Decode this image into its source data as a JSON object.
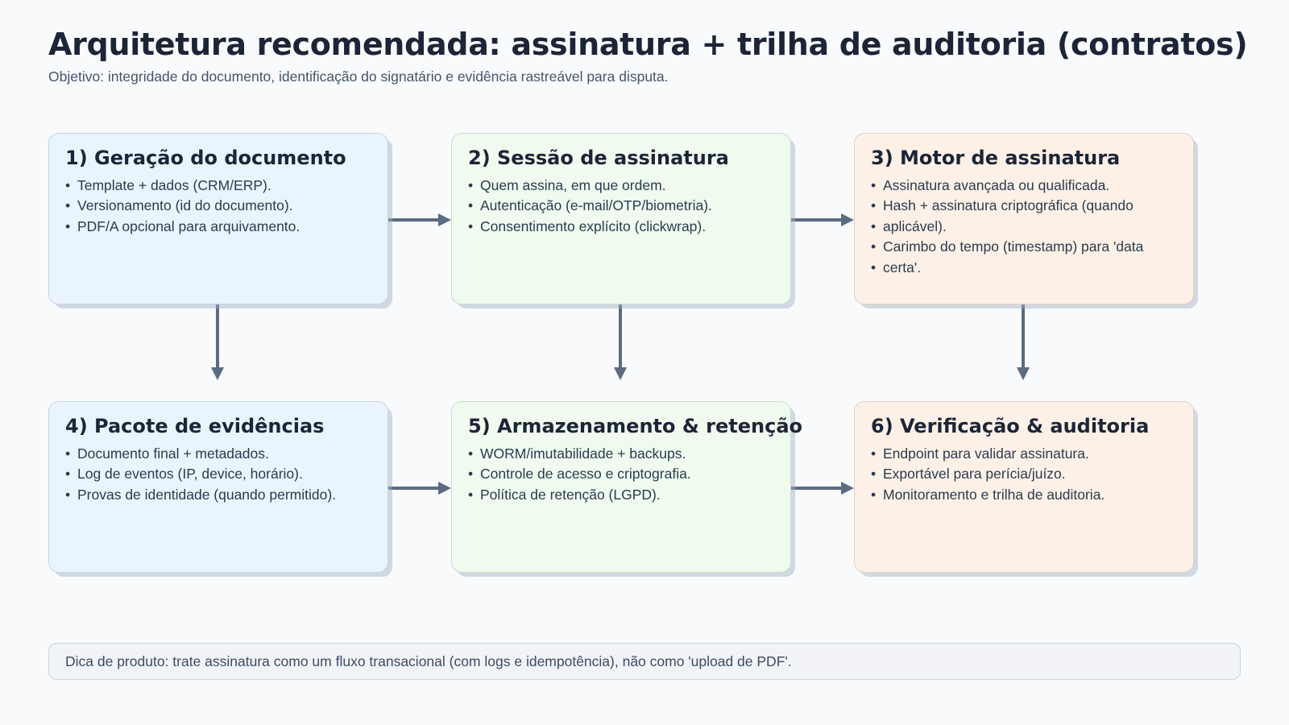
{
  "header": {
    "title": "Arquitetura recomendada: assinatura + trilha de auditoria (contratos)",
    "subtitle": "Objetivo: integridade do documento, identificação do signatário e evidência rastreável para disputa."
  },
  "colors": {
    "page_background": "#f8fafc",
    "title_text": "#1c2537",
    "subtitle_text": "#44546b",
    "body_text": "#2b3a4f",
    "card_blue_fill": "#e9f4fd",
    "card_green_fill": "#eefbee",
    "card_orange_fill": "#fdf1e7",
    "card_border": "#c8d2e0",
    "card_shadow": "#a0afc4",
    "arrow": "#5a6b82",
    "footer_fill": "#f1f3f7",
    "footer_border": "#ccd4e2"
  },
  "flow": {
    "cards": [
      {
        "id": "card-1",
        "tone": "blue",
        "title": "1) Geração do documento",
        "bullets": [
          "Template + dados (CRM/ERP).",
          "Versionamento (id do documento).",
          "PDF/A opcional para arquivamento."
        ]
      },
      {
        "id": "card-2",
        "tone": "green",
        "title": "2) Sessão de assinatura",
        "bullets": [
          "Quem assina, em que ordem.",
          "Autenticação (e-mail/OTP/biometria).",
          "Consentimento explícito (clickwrap)."
        ]
      },
      {
        "id": "card-3",
        "tone": "orange",
        "title": "3) Motor de assinatura",
        "bullets": [
          "Assinatura avançada ou qualificada.",
          "Hash + assinatura criptográfica (quando",
          "aplicável).",
          "Carimbo do tempo (timestamp) para 'data",
          "certa'."
        ]
      },
      {
        "id": "card-4",
        "tone": "blue",
        "title": "4) Pacote de evidências",
        "bullets": [
          "Documento final + metadados.",
          "Log de eventos (IP, device, horário).",
          "Provas de identidade (quando permitido)."
        ]
      },
      {
        "id": "card-5",
        "tone": "green",
        "title": "5) Armazenamento & retenção",
        "bullets": [
          "WORM/imutabilidade + backups.",
          "Controle de acesso e criptografia.",
          "Política de retenção (LGPD)."
        ]
      },
      {
        "id": "card-6",
        "tone": "orange",
        "title": "6) Verificação & auditoria",
        "bullets": [
          "Endpoint para validar assinatura.",
          "Exportável para perícia/juízo.",
          "Monitoramento e trilha de auditoria."
        ]
      }
    ],
    "connectors": [
      {
        "id": "arrow-1-to-2",
        "from": "card-1",
        "to": "card-2",
        "direction": "right"
      },
      {
        "id": "arrow-2-to-3",
        "from": "card-2",
        "to": "card-3",
        "direction": "right"
      },
      {
        "id": "arrow-4-to-5",
        "from": "card-4",
        "to": "card-5",
        "direction": "right"
      },
      {
        "id": "arrow-5-to-6",
        "from": "card-5",
        "to": "card-6",
        "direction": "right"
      },
      {
        "id": "arrow-1-to-4",
        "from": "card-1",
        "to": "card-4",
        "direction": "down"
      },
      {
        "id": "arrow-2-to-5",
        "from": "card-2",
        "to": "card-5",
        "direction": "down"
      },
      {
        "id": "arrow-3-to-6",
        "from": "card-3",
        "to": "card-6",
        "direction": "down"
      }
    ]
  },
  "footer": {
    "note": "Dica de produto: trate assinatura como um fluxo transacional (com logs e idempotência), não como 'upload de PDF'."
  }
}
